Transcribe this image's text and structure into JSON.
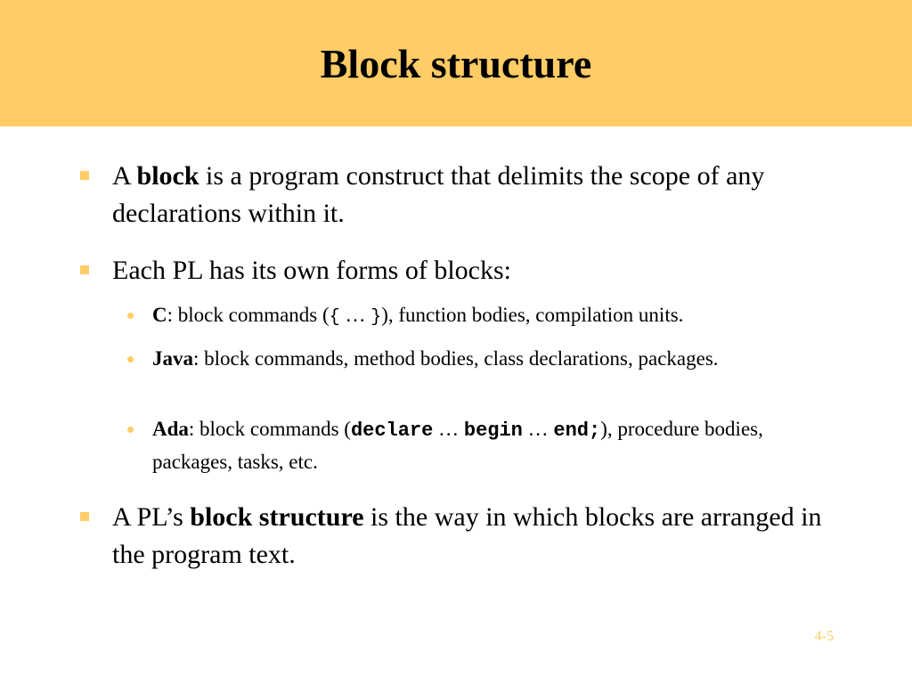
{
  "slide": {
    "title": "Block structure",
    "page_number": "4-5",
    "accent_color": "#ffcc66"
  },
  "bullets": {
    "b1": {
      "pre": "A ",
      "bold": "block",
      "rest": " is a program construct that delimits the scope of any declarations within it."
    },
    "b2": {
      "text": "Each PL has its own forms of blocks:",
      "sub": {
        "c": {
          "lang": "C",
          "colon": ": block commands (",
          "code_open": "{",
          "ellipsis": " … ",
          "code_close": "}",
          "rest": "), function bodies, compilation units."
        },
        "java": {
          "lang": "Java",
          "rest": ": block commands, method bodies, class declarations, packages."
        },
        "ada": {
          "lang": "Ada",
          "pre": ": block commands (",
          "kw1": "declare",
          "sep1": " … ",
          "kw2": "begin",
          "sep2": " … ",
          "kw3": "end;",
          "rest": "), procedure bodies, packages, tasks, etc."
        }
      }
    },
    "b3": {
      "pre": "A PL’s ",
      "bold": "block structure",
      "rest": " is the way in which blocks are arranged in the program text."
    }
  }
}
